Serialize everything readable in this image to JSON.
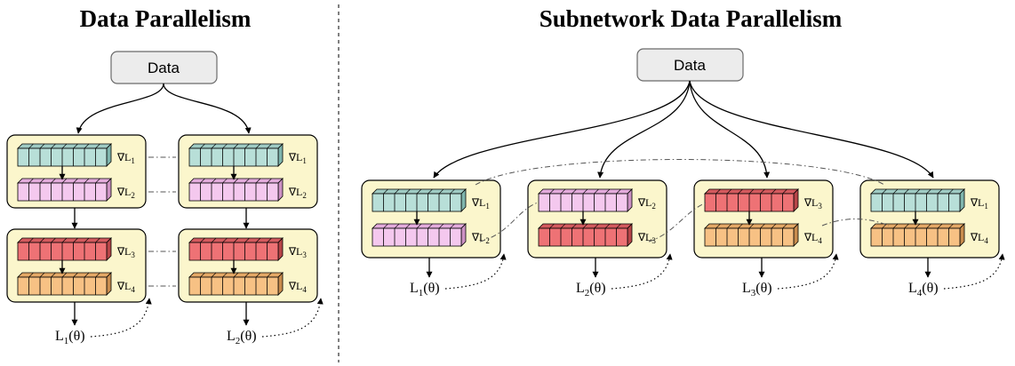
{
  "colors": {
    "cyan": [
      "#b8dfd8",
      "#9fcbc3",
      "#7fb5ad"
    ],
    "pink": [
      "#f4c8ee",
      "#e3abdc",
      "#cd92c4"
    ],
    "red": [
      "#ee7275",
      "#d35a5e",
      "#b74548"
    ],
    "orange": [
      "#f7c184",
      "#e4a866",
      "#c98c4e"
    ],
    "groupFill": "#fbf6cc",
    "dataFill": "#ececec"
  },
  "left": {
    "title": "Data Parallelism",
    "data_label": "Data",
    "losses": [
      {
        "base": "L",
        "sub": "1",
        "arg": "(θ)"
      },
      {
        "base": "L",
        "sub": "2",
        "arg": "(θ)"
      }
    ],
    "columns": [
      {
        "groups": [
          {
            "blocks": [
              {
                "color": "cyan",
                "g": {
                  "base": "∇L",
                  "sub": "1"
                }
              },
              {
                "color": "pink",
                "g": {
                  "base": "∇L",
                  "sub": "2"
                }
              }
            ]
          },
          {
            "blocks": [
              {
                "color": "red",
                "g": {
                  "base": "∇L",
                  "sub": "3"
                }
              },
              {
                "color": "orange",
                "g": {
                  "base": "∇L",
                  "sub": "4"
                }
              }
            ]
          }
        ]
      },
      {
        "groups": [
          {
            "blocks": [
              {
                "color": "cyan",
                "g": {
                  "base": "∇L",
                  "sub": "1"
                }
              },
              {
                "color": "pink",
                "g": {
                  "base": "∇L",
                  "sub": "2"
                }
              }
            ]
          },
          {
            "blocks": [
              {
                "color": "red",
                "g": {
                  "base": "∇L",
                  "sub": "3"
                }
              },
              {
                "color": "orange",
                "g": {
                  "base": "∇L",
                  "sub": "4"
                }
              }
            ]
          }
        ]
      }
    ]
  },
  "right": {
    "title": "Subnetwork Data Parallelism",
    "data_label": "Data",
    "groups": [
      {
        "blocks": [
          {
            "color": "cyan",
            "g": {
              "base": "∇L",
              "sub": "1"
            }
          },
          {
            "color": "pink",
            "g": {
              "base": "∇L",
              "sub": "2"
            }
          }
        ],
        "loss": {
          "base": "L",
          "sub": "1",
          "arg": "(θ)"
        }
      },
      {
        "blocks": [
          {
            "color": "pink",
            "g": {
              "base": "∇L",
              "sub": "2"
            }
          },
          {
            "color": "red",
            "g": {
              "base": "∇L",
              "sub": "3"
            }
          }
        ],
        "loss": {
          "base": "L",
          "sub": "2",
          "arg": "(θ)"
        }
      },
      {
        "blocks": [
          {
            "color": "red",
            "g": {
              "base": "∇L",
              "sub": "3"
            }
          },
          {
            "color": "orange",
            "g": {
              "base": "∇L",
              "sub": "4"
            }
          }
        ],
        "loss": {
          "base": "L",
          "sub": "3",
          "arg": "(θ)"
        }
      },
      {
        "blocks": [
          {
            "color": "cyan",
            "g": {
              "base": "∇L",
              "sub": "1"
            }
          },
          {
            "color": "orange",
            "g": {
              "base": "∇L",
              "sub": "4"
            }
          }
        ],
        "loss": {
          "base": "L",
          "sub": "4",
          "arg": "(θ)"
        }
      }
    ]
  }
}
